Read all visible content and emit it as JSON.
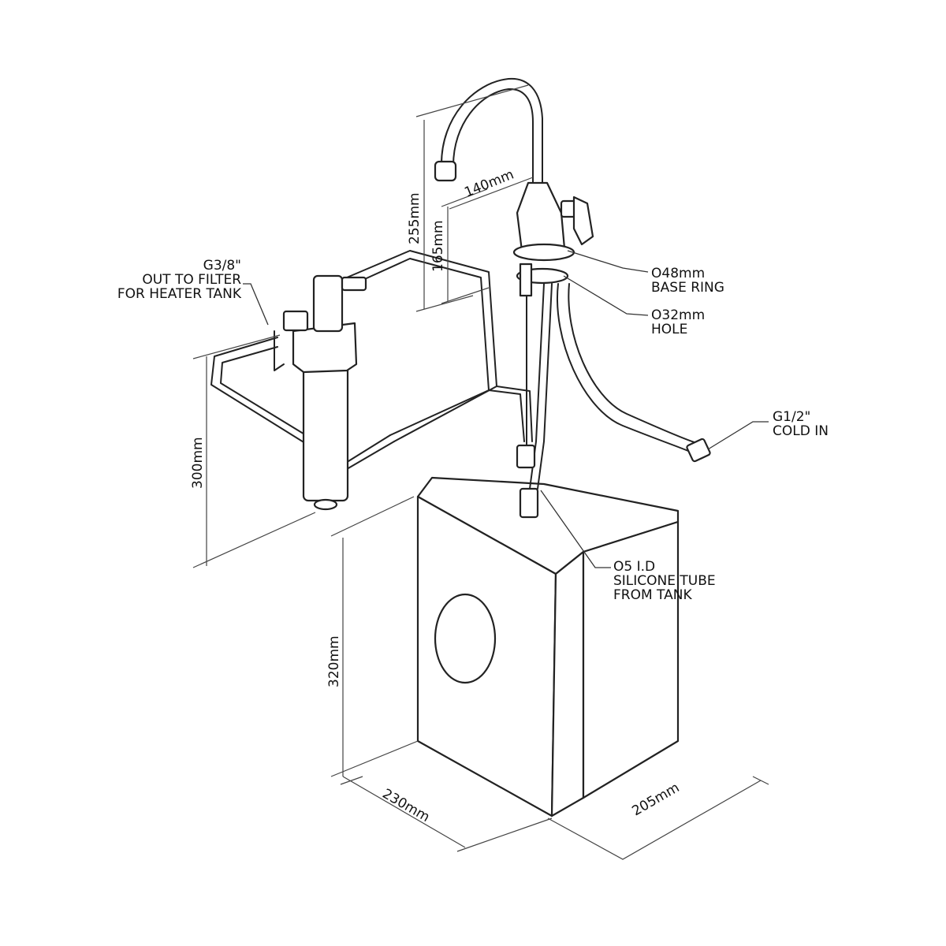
{
  "labels": {
    "filter_connection": [
      "G3/8\"",
      "OUT TO FILTER",
      "FOR HEATER TANK"
    ],
    "base_ring": [
      "O48mm",
      "BASE RING"
    ],
    "hole": [
      "O32mm",
      "HOLE"
    ],
    "cold_in": [
      "G1/2\"",
      "COLD IN"
    ],
    "silicone_tube": [
      "O5 I.D",
      "SILICONE TUBE",
      "FROM TANK"
    ]
  },
  "dimensions": {
    "spout_reach": "140mm",
    "tap_height": "255mm",
    "spout_clearance": "165mm",
    "filter_height": "300mm",
    "tank_height": "320mm",
    "tank_width": "230mm",
    "tank_depth": "205mm"
  }
}
